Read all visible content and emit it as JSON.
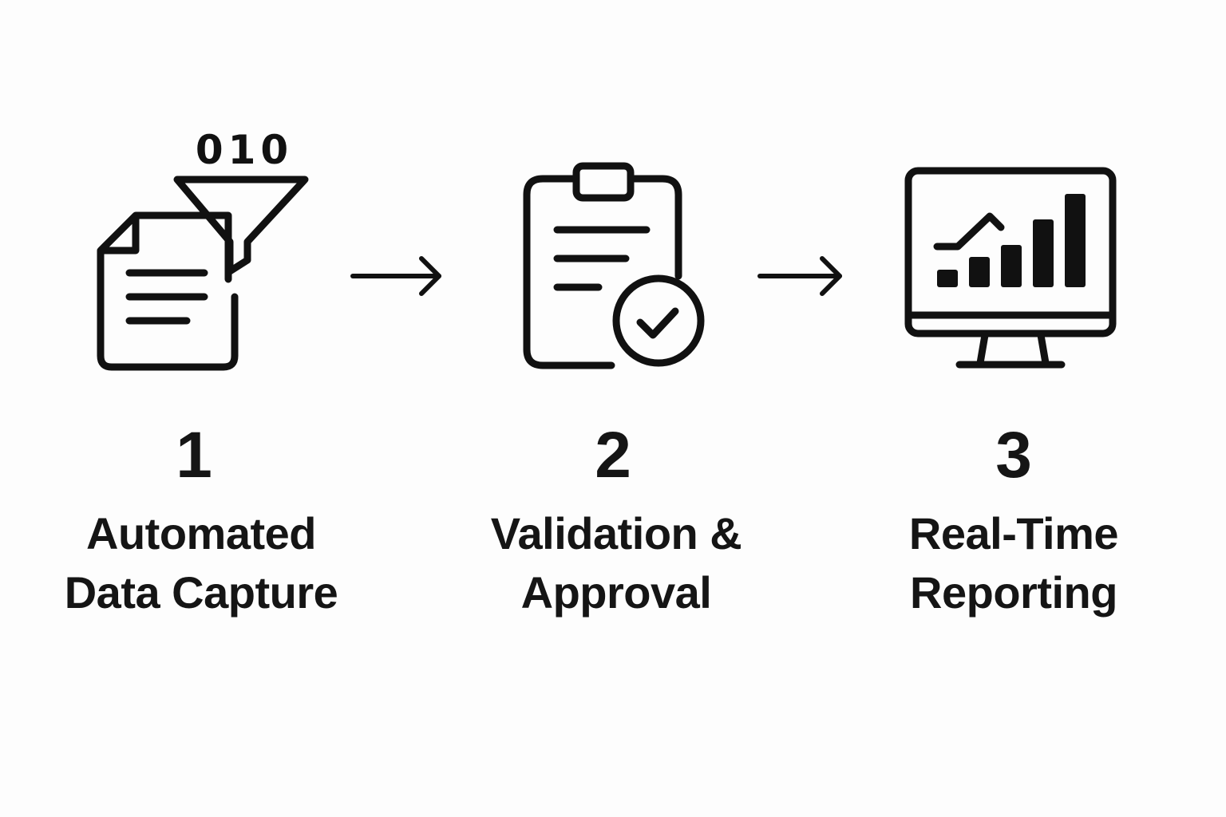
{
  "steps": [
    {
      "number": "1",
      "label_line1": "Automated",
      "label_line2": "Data Capture",
      "icon": "document-funnel-icon",
      "icon_text": "010"
    },
    {
      "number": "2",
      "label_line1": "Validation &",
      "label_line2": "Approval",
      "icon": "clipboard-check-icon"
    },
    {
      "number": "3",
      "label_line1": "Real-Time",
      "label_line2": "Reporting",
      "icon": "monitor-chart-icon"
    }
  ],
  "connectors": [
    "arrow-right-icon",
    "arrow-right-icon"
  ],
  "colors": {
    "ink": "#111111",
    "background": "#fdfdfd"
  }
}
